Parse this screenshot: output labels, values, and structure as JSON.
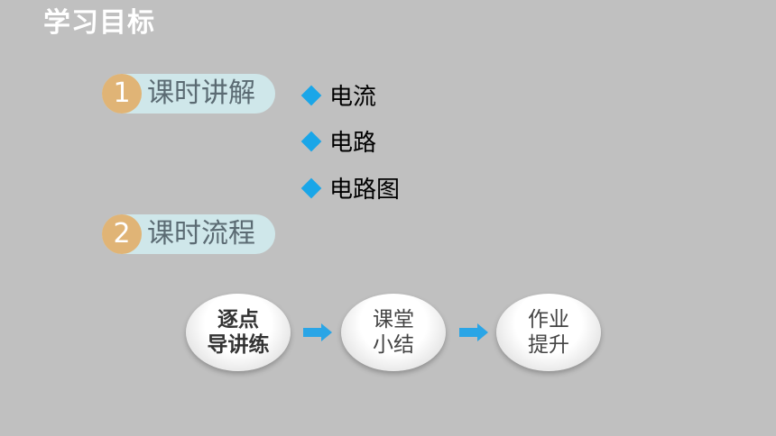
{
  "title": "学习目标",
  "sections": [
    {
      "num": "1",
      "label": "课时讲解"
    },
    {
      "num": "2",
      "label": "课时流程"
    }
  ],
  "topics": [
    "电流",
    "电路",
    "电路图"
  ],
  "flow": [
    {
      "line1": "逐点",
      "line2": "导讲练"
    },
    {
      "line1": "课堂",
      "line2": "小结"
    },
    {
      "line1": "作业",
      "line2": "提升"
    }
  ],
  "colors": {
    "background": "#c0c0c0",
    "accent_diamond": "#1aa6e8",
    "number_circle": "#e0b476",
    "pill": "#cfe7ea",
    "arrow": "#2aa5e6"
  }
}
